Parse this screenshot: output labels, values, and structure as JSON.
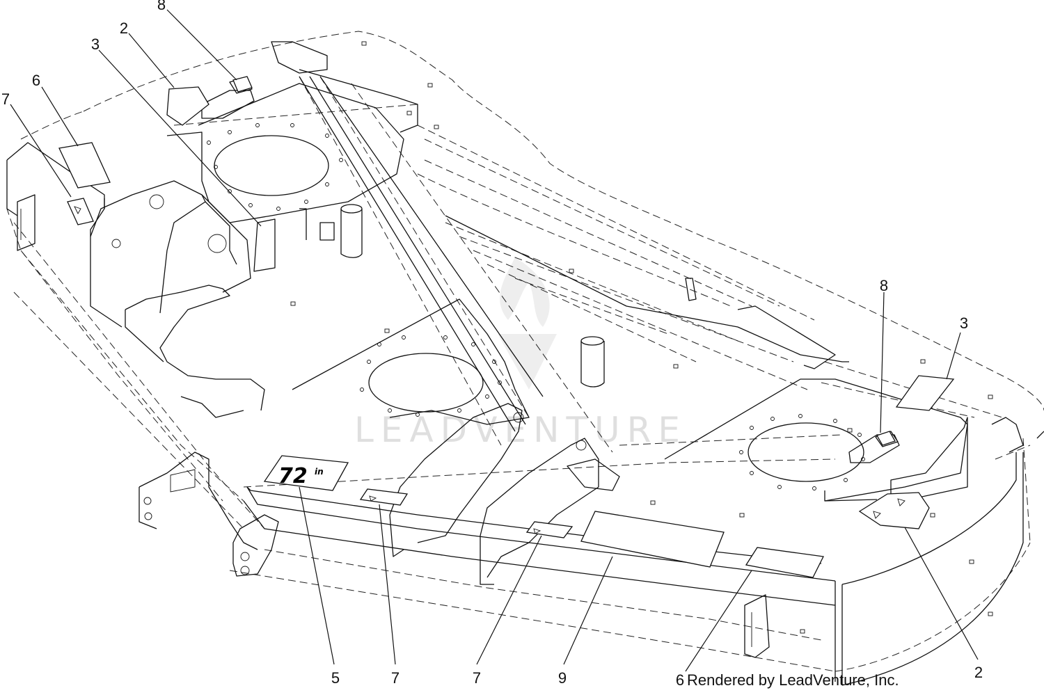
{
  "callouts": [
    {
      "id": "c8a",
      "label": "8"
    },
    {
      "id": "c2a",
      "label": "2"
    },
    {
      "id": "c3a",
      "label": "3"
    },
    {
      "id": "c6a",
      "label": "6"
    },
    {
      "id": "c7a",
      "label": "7"
    },
    {
      "id": "c8b",
      "label": "8"
    },
    {
      "id": "c3b",
      "label": "3"
    },
    {
      "id": "c5",
      "label": "5"
    },
    {
      "id": "c7b",
      "label": "7"
    },
    {
      "id": "c7c",
      "label": "7"
    },
    {
      "id": "c9",
      "label": "9"
    },
    {
      "id": "c6b",
      "label": "6"
    },
    {
      "id": "c2b",
      "label": "2"
    }
  ],
  "deck_size_decal": "72",
  "deck_size_unit": "in",
  "credit": "Rendered by LeadVenture, Inc.",
  "watermark": "LEADVENTURE"
}
